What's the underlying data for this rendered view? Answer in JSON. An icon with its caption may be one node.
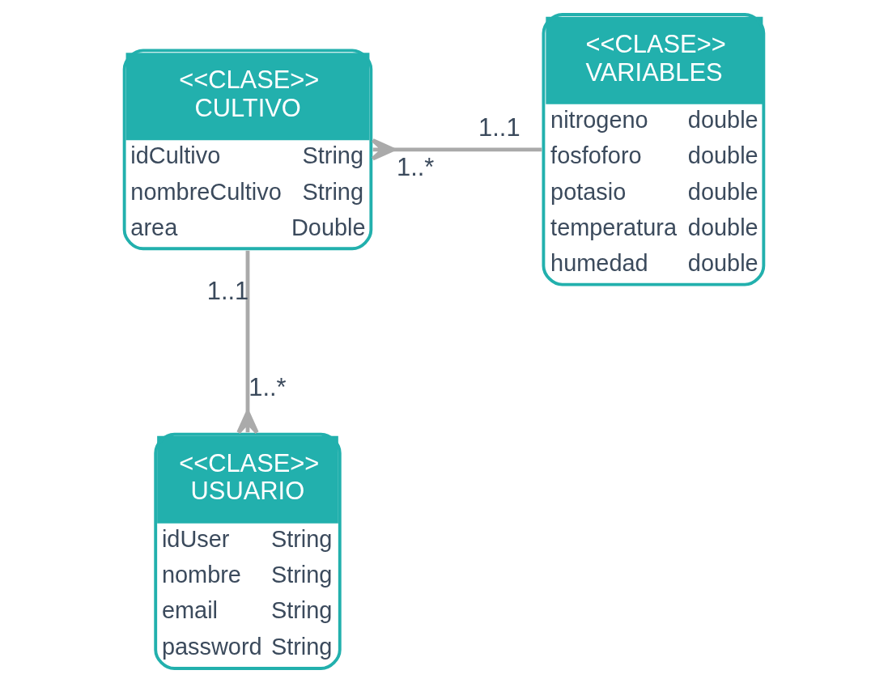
{
  "diagram": {
    "nodes": [
      {
        "text": [
          "<<CLASE>>",
          "USUARIO",
          "idUser",
          "String",
          "nombre",
          "String",
          "email",
          "String",
          "password",
          "String"
        ]
      },
      {
        "text": [
          "<<CLASE>>",
          "CULTIVO",
          "idCultivo",
          "String",
          "nombreCultivo",
          "String",
          "area",
          "Double"
        ]
      },
      {
        "text": [
          "<<CLASE>>",
          "VARIABLES",
          "nitrogeno",
          "double",
          "fosfoforo",
          "double",
          "potasio",
          "double",
          "temperatura",
          "double",
          "humedad",
          "double"
        ]
      }
    ],
    "edges": [
      {
        "from": 1,
        "to": 0,
        "arrow": "other"
      },
      {
        "from": 2,
        "to": 1,
        "arrow": "other"
      }
    ],
    "labels": [
      "1..*",
      "1..1",
      "1..*",
      "1..1"
    ]
  }
}
